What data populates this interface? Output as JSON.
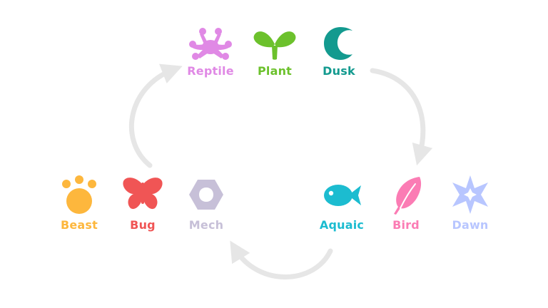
{
  "classes": {
    "reptile": {
      "label": "Reptile",
      "color": "#e089e5"
    },
    "plant": {
      "label": "Plant",
      "color": "#6cc12c"
    },
    "dusk": {
      "label": "Dusk",
      "color": "#139a8f"
    },
    "beast": {
      "label": "Beast",
      "color": "#fdb73d"
    },
    "bug": {
      "label": "Bug",
      "color": "#f05555"
    },
    "mech": {
      "label": "Mech",
      "color": "#c7c0d8"
    },
    "aquatic": {
      "label": "Aquaic",
      "color": "#1cbcd0"
    },
    "bird": {
      "label": "Bird",
      "color": "#fb7cb4"
    },
    "dawn": {
      "label": "Dawn",
      "color": "#b8c6ff"
    }
  },
  "icons": {
    "reptile": "reptile-icon",
    "plant": "plant-icon",
    "dusk": "dusk-icon",
    "beast": "beast-icon",
    "bug": "bug-icon",
    "mech": "mech-icon",
    "aquatic": "aquatic-icon",
    "bird": "bird-icon",
    "dawn": "dawn-icon"
  },
  "arrow_color": "#e6e6e6"
}
